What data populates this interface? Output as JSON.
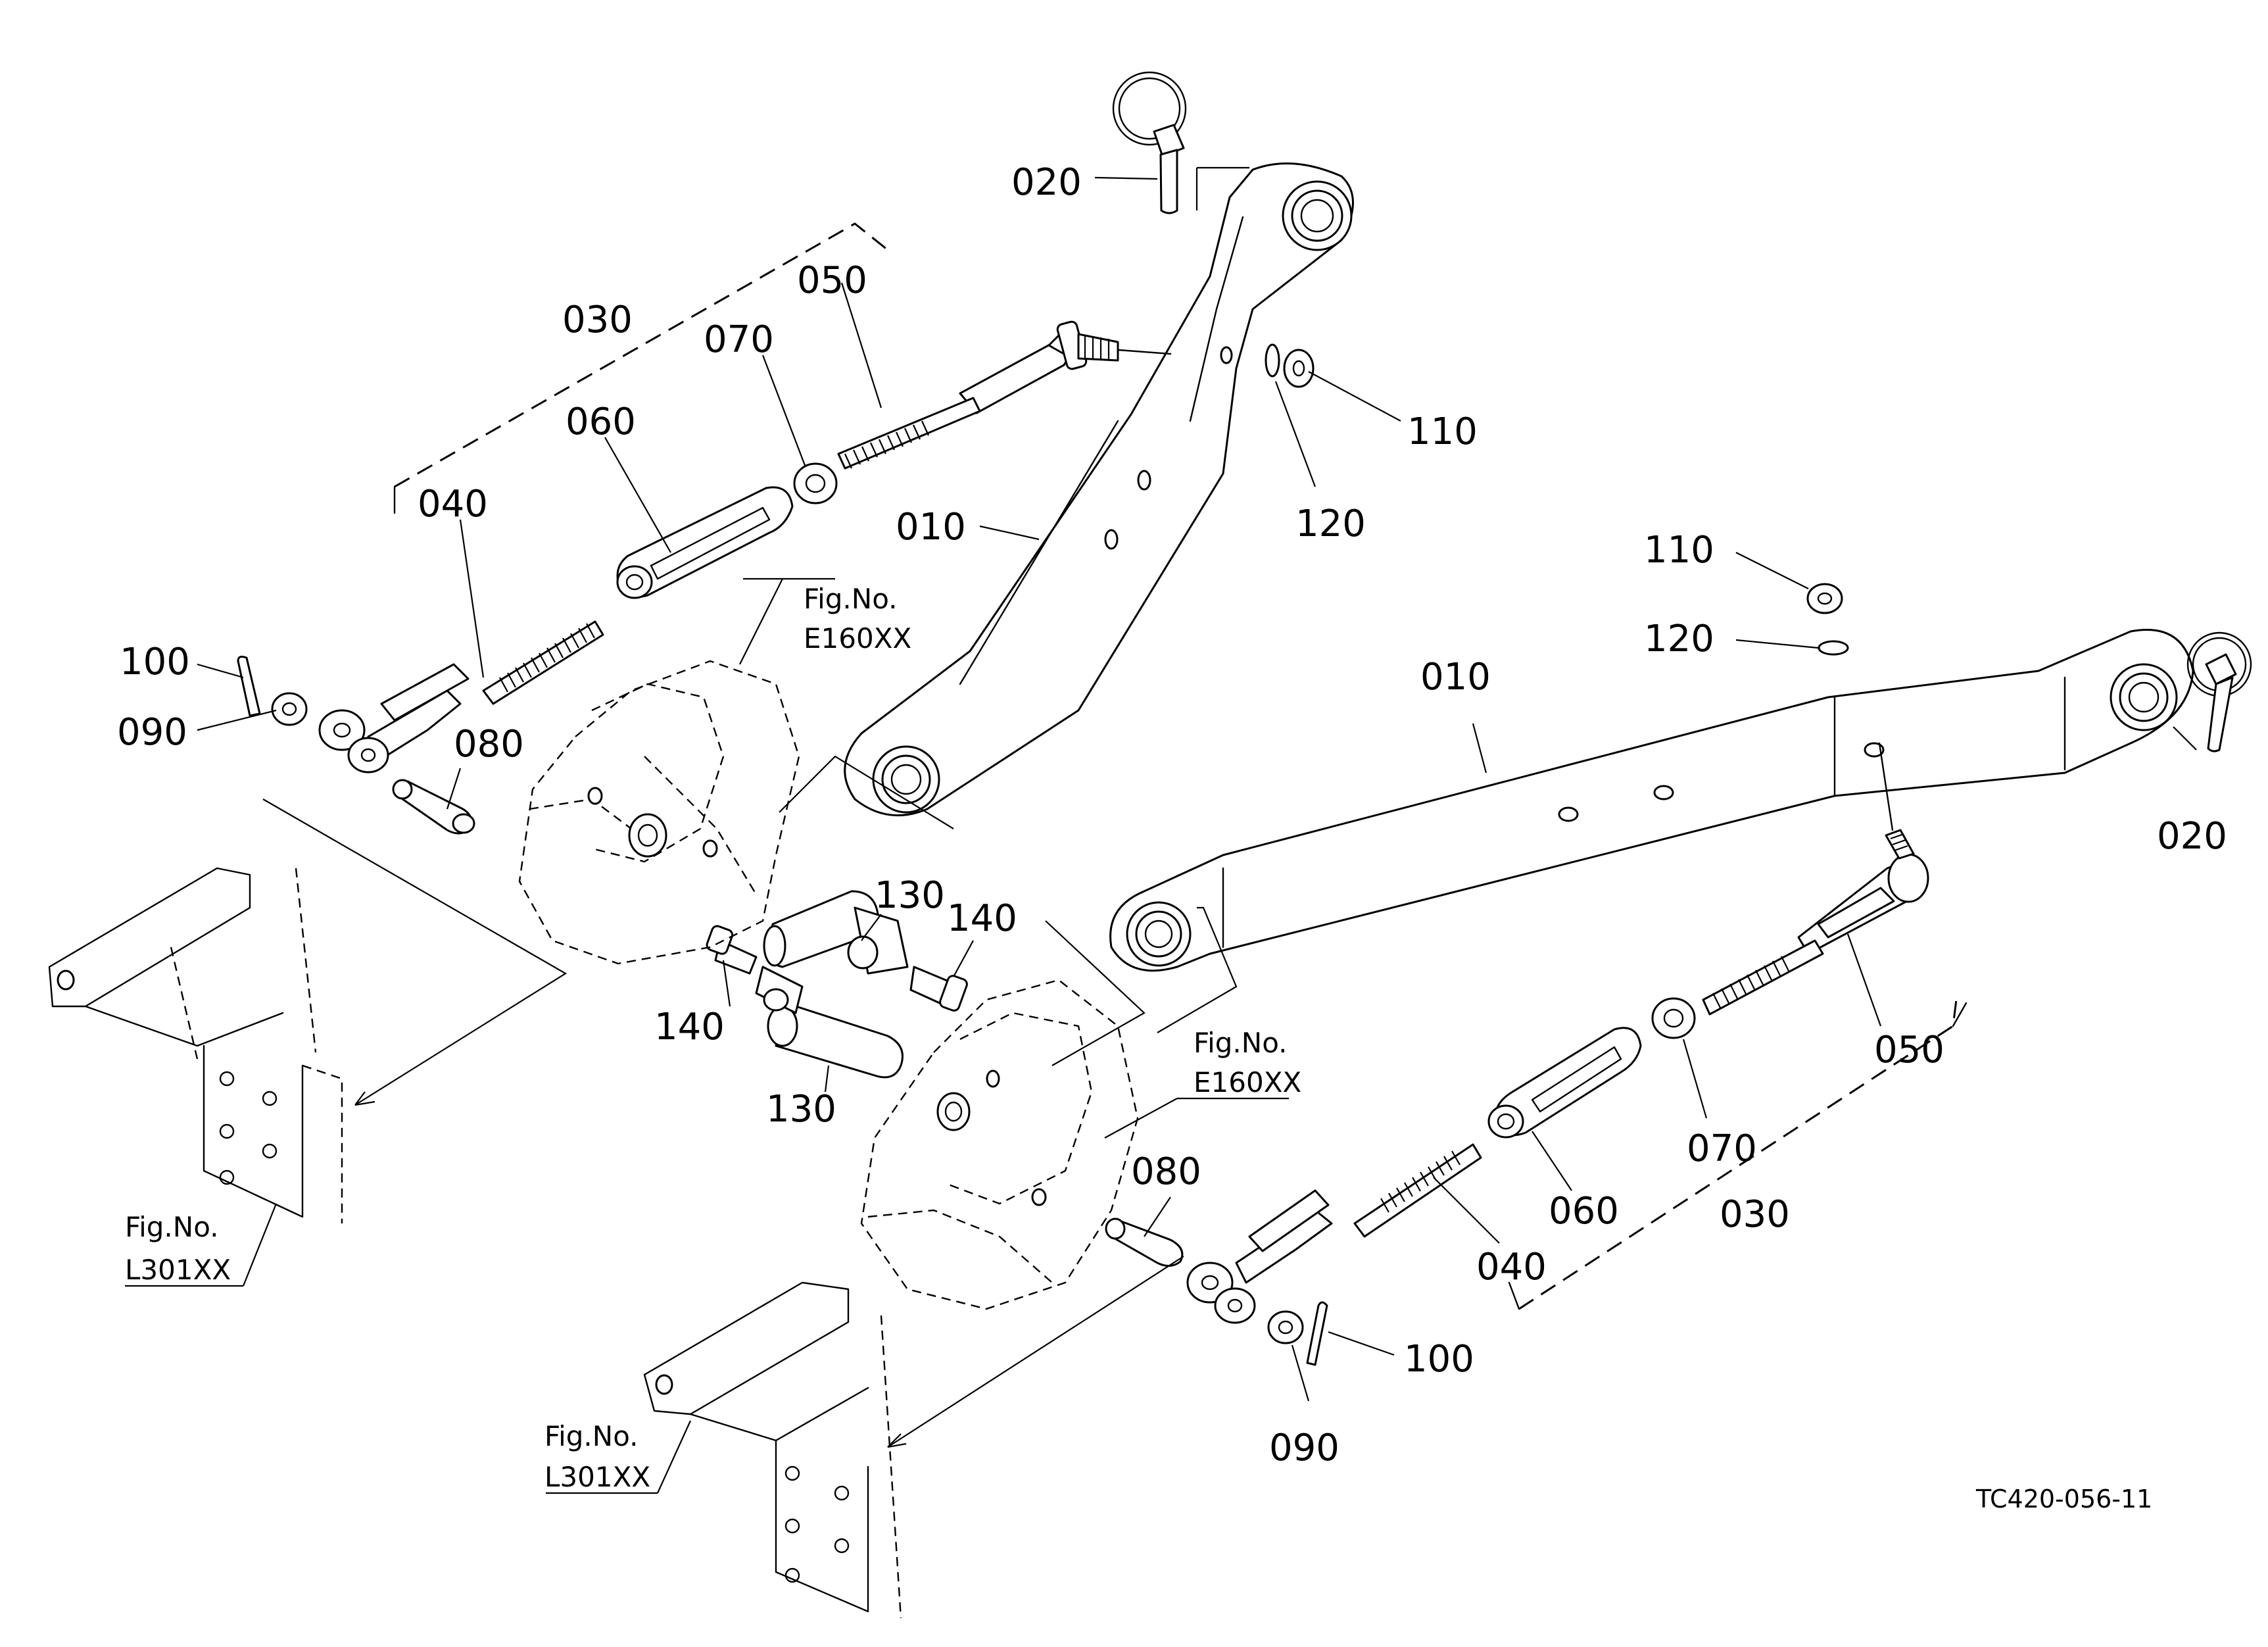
{
  "diagram_code": "TC420-056-11",
  "callouts": {
    "c020_top": "020",
    "c050_top": "050",
    "c030_top": "030",
    "c070_top": "070",
    "c060_top": "060",
    "c040_top": "040",
    "c110_top": "110",
    "c120_top": "120",
    "c010_top": "010",
    "c100_top": "100",
    "c090_top": "090",
    "c080_top": "080",
    "c130_top": "130",
    "c140_top": "140",
    "c140_bot": "140",
    "c130_bot": "130",
    "c110_right": "110",
    "c120_right": "120",
    "c010_right": "010",
    "c020_right": "020",
    "c050_bot": "050",
    "c070_bot": "070",
    "c060_bot": "060",
    "c030_bot": "030",
    "c080_bot": "080",
    "c040_bot": "040",
    "c100_bot": "100",
    "c090_bot": "090"
  },
  "references": {
    "fig_label": "Fig.No.",
    "e160_a": "E160XX",
    "e160_b": "E160XX",
    "l301_a": "L301XX",
    "l301_b": "L301XX"
  }
}
